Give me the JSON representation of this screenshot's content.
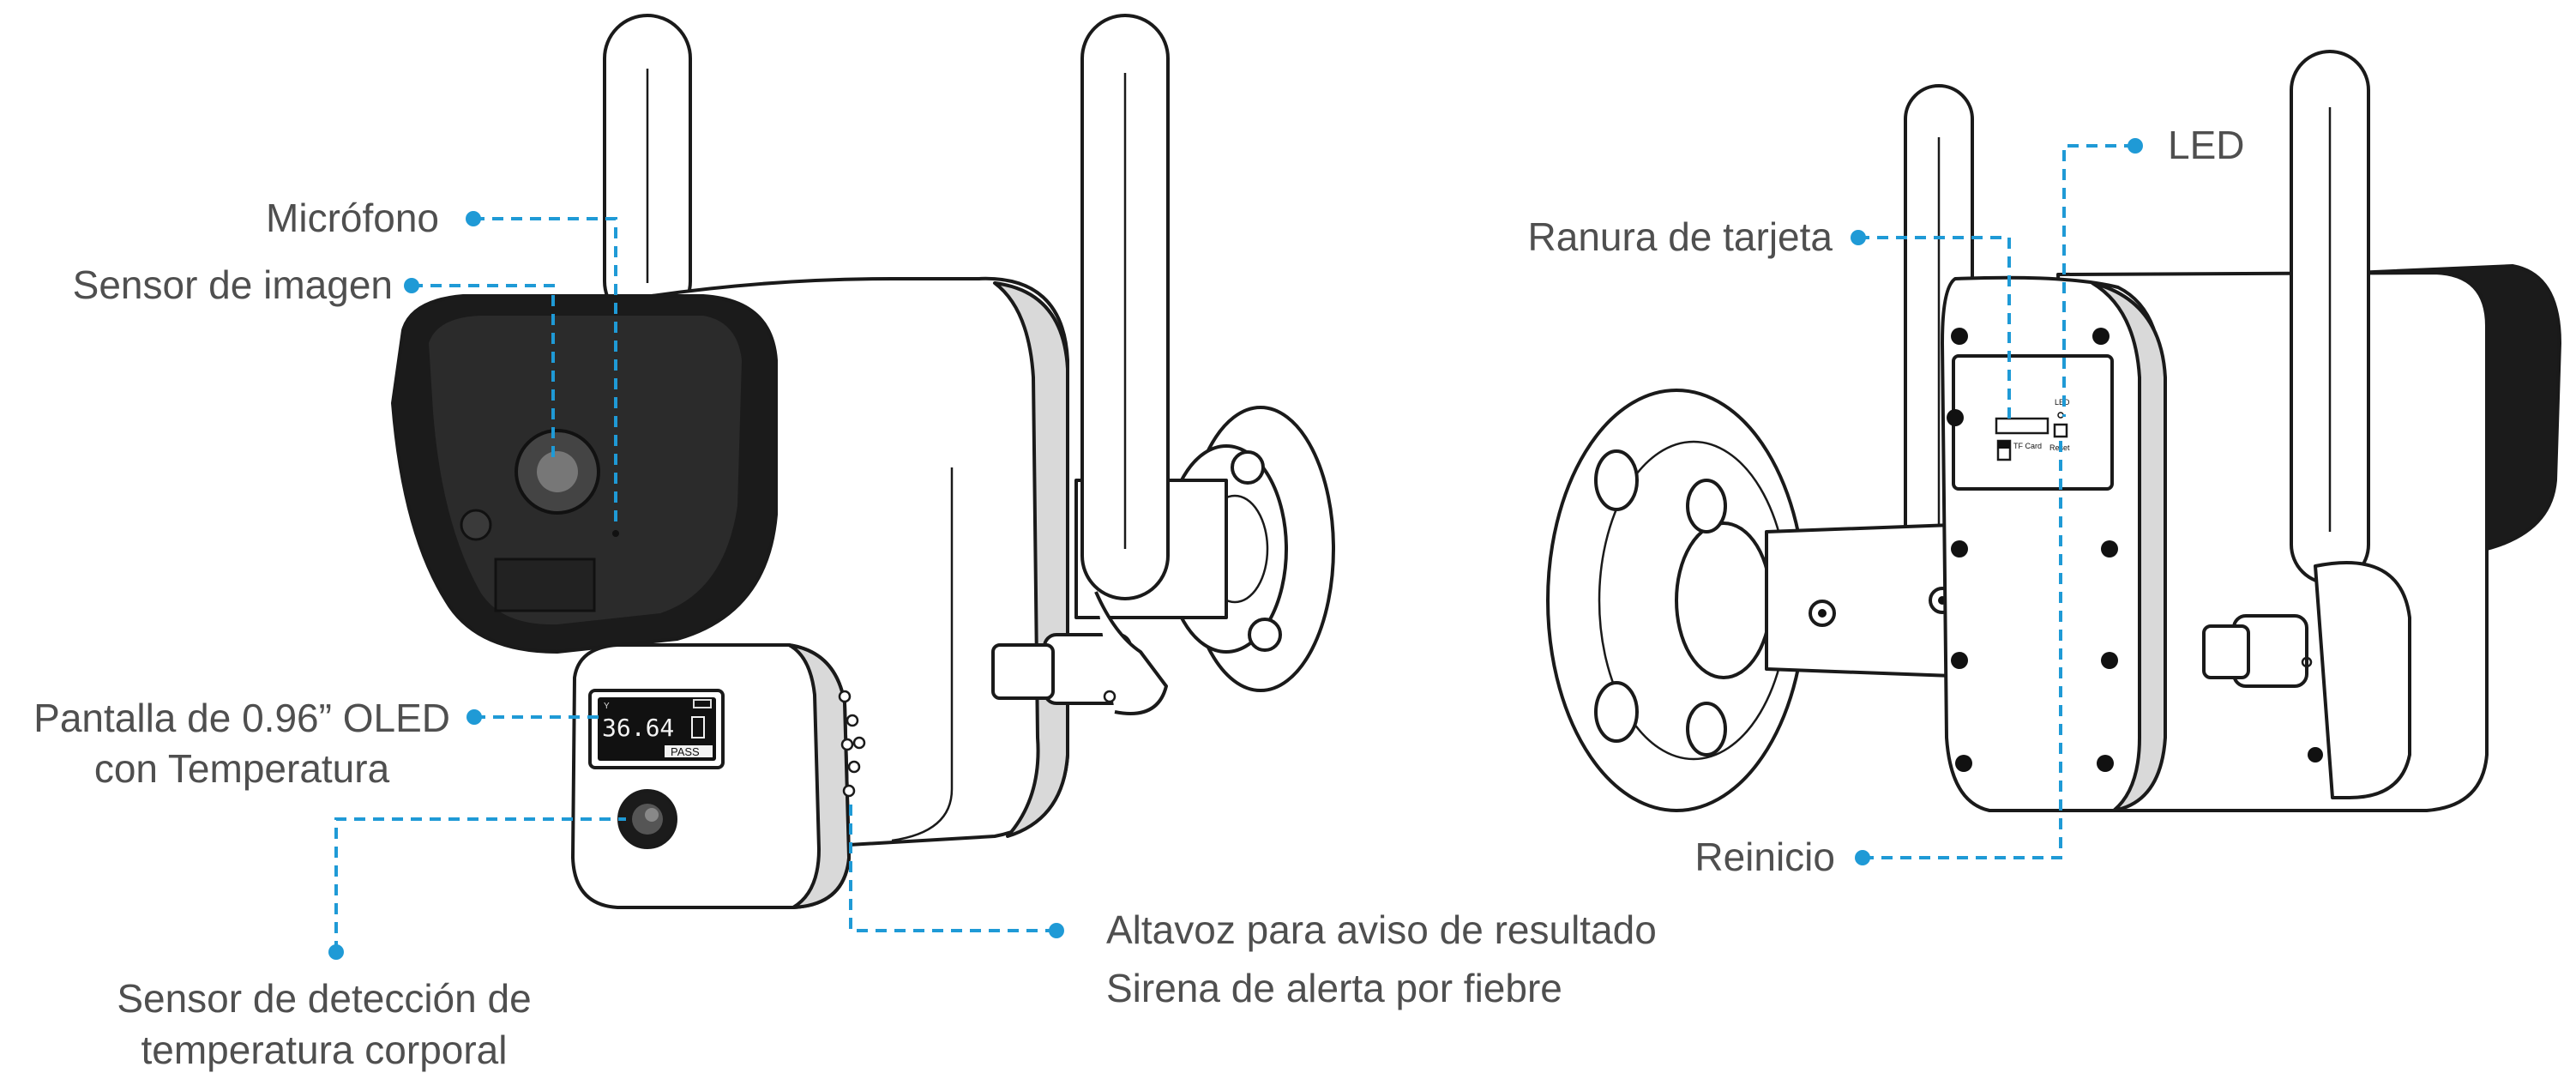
{
  "labels": {
    "microfono": "Micrófono",
    "sensor_imagen": "Sensor de imagen",
    "pantalla_line1": "Pantalla de 0.96” OLED",
    "pantalla_line2": "con Temperatura",
    "sensor_temp_line1": "Sensor de detección de",
    "sensor_temp_line2": "temperatura corporal",
    "altavoz_line1": "Altavoz para aviso de resultado",
    "altavoz_line2": "Sirena de alerta por fiebre",
    "ranura": "Ranura de tarjeta",
    "led": "LED",
    "reinicio": "Reinicio"
  },
  "device": {
    "oled_temperature": "36.64",
    "oled_status": "PASS",
    "port_led_label": "LED",
    "port_card_label": "TF Card",
    "port_reset_label": "Reset"
  },
  "colors": {
    "leader": "#1f9ad6",
    "label_text": "#4f4f4f",
    "outline": "#1a1a1a",
    "body_shade": "#d9d9d9"
  }
}
